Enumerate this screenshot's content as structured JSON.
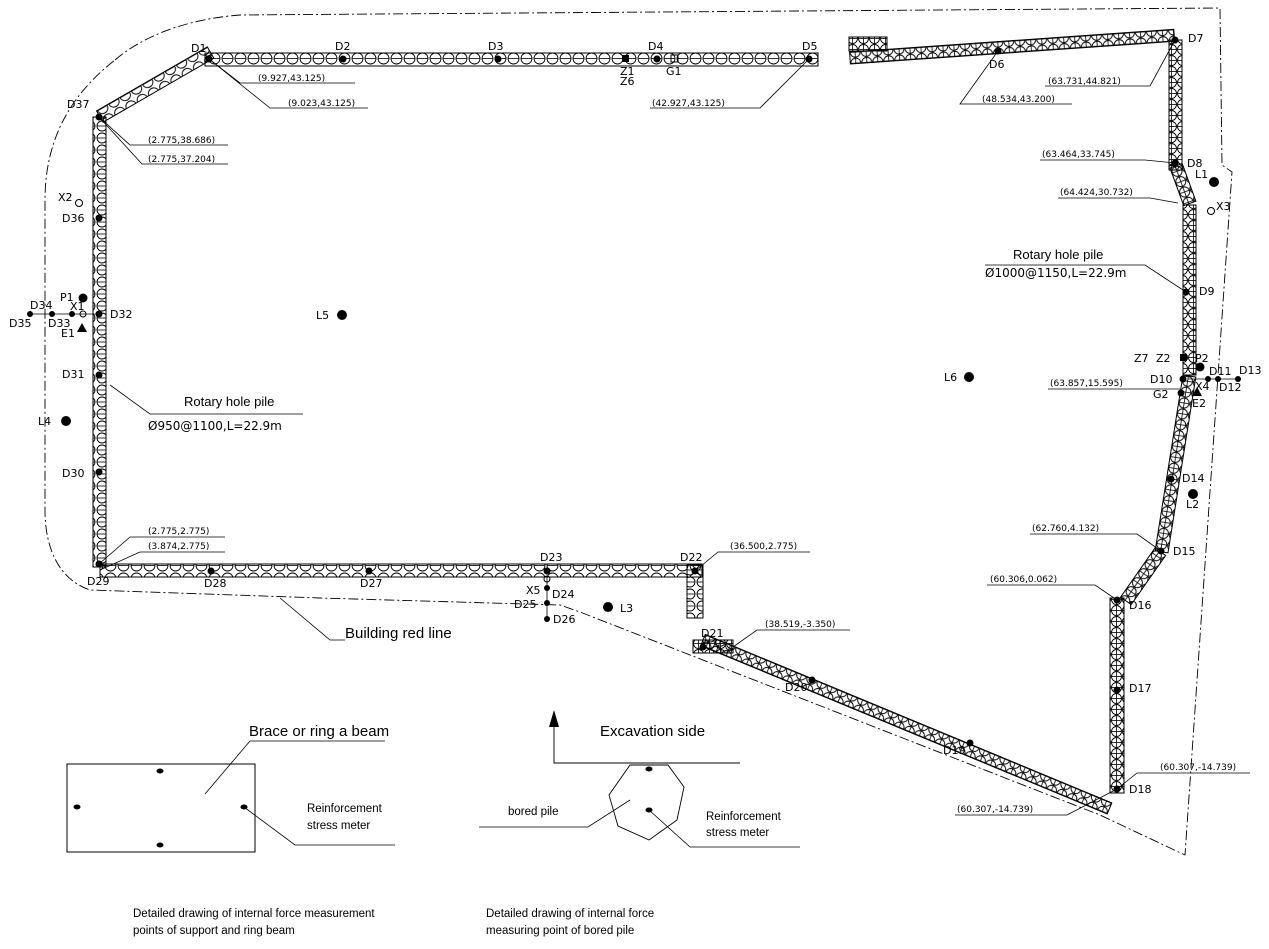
{
  "points": {
    "D1": "D1",
    "D2": "D2",
    "D3": "D3",
    "D4": "D4",
    "D5": "D5",
    "D6": "D6",
    "D7": "D7",
    "D8": "D8",
    "D9": "D9",
    "D10": "D10",
    "D11": "D11",
    "D12": "D12",
    "D13": "D13",
    "D14": "D14",
    "D15": "D15",
    "D16": "D16",
    "D17": "D17",
    "D18": "D18",
    "D19": "D19",
    "D20": "D20",
    "D21": "D21",
    "D22": "D22",
    "D23": "D23",
    "D24": "D24",
    "D25": "D25",
    "D26": "D26",
    "D27": "D27",
    "D28": "D28",
    "D29": "D29",
    "D30": "D30",
    "D31": "D31",
    "D32": "D32",
    "D33": "D33",
    "D34": "D34",
    "D35": "D35",
    "D36": "D36",
    "D37": "D37",
    "Z1": "Z1",
    "Z6": "Z6",
    "G1": "G1",
    "Z7": "Z7",
    "Z2": "Z2",
    "P2": "P2",
    "G2": "G2",
    "E2": "E2",
    "X4": "X4",
    "X3": "X3",
    "L1": "L1",
    "L2": "L2",
    "L3": "L3",
    "L4": "L4",
    "L5": "L5",
    "L6": "L6",
    "X1": "X1",
    "X2": "X2",
    "X5": "X5",
    "P1": "P1",
    "E1": "E1"
  },
  "coords": {
    "c1": "(9.927,43.125)",
    "c2": "(9.023,43.125)",
    "c3": "(42.927,43.125)",
    "c4": "(48.534,43.200)",
    "c5": "(63.731,44.821)",
    "c6": "(2.775,38.686)",
    "c7": "(2.775,37.204)",
    "c8": "(63.464,33.745)",
    "c9": "(64.424,30.732)",
    "c10": "(63.857,15.595)",
    "c11": "(62.760,4.132)",
    "c12": "(60.306,0.062)",
    "c13": "(2.775,2.775)",
    "c14": "(3.874,2.775)",
    "c15": "(36.500,2.775)",
    "c16": "(38.519,-3.350)",
    "c17": "(60.307,-14.739)",
    "c18": "(60.307,-14.739)"
  },
  "labels": {
    "pile_left_title": "Rotary hole pile",
    "pile_left_spec": "Ø950@1100,L=22.9m",
    "pile_right_title": "Rotary hole pile",
    "pile_right_spec": "Ø1000@1150,L=22.9m",
    "red_line": "Building red line",
    "brace": "Brace or ring a beam",
    "reinf1_a": "Reinforcement",
    "reinf1_b": "stress meter",
    "excavation": "Excavation side",
    "bored_pile": "bored pile",
    "reinf2_a": "Reinforcement",
    "reinf2_b": "stress meter",
    "cap1_a": "Detailed drawing of internal force measurement",
    "cap1_b": "points of support and ring beam",
    "cap2_a": "Detailed drawing of internal force",
    "cap2_b": "measuring point of bored pile"
  }
}
